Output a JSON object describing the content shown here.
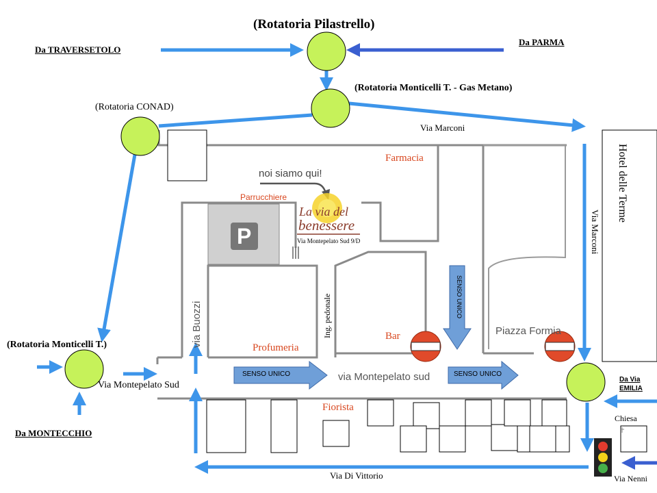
{
  "roundabouts": {
    "pilastrello": "(Rotatoria Pilastrello)",
    "gas_metano": "(Rotatoria Monticelli T. - Gas Metano)",
    "conad": "(Rotatoria CONAD)",
    "monticelli": "(Rotatoria Monticelli T.)"
  },
  "origins": {
    "traversetolo": "Da TRAVERSETOLO",
    "parma": "Da PARMA",
    "montecchio": "Da MONTECCHIO",
    "emilia_line1": "Da Via",
    "emilia_line2": "EMILIA"
  },
  "streets": {
    "marconi_top": "Via Marconi",
    "marconi_side": "Via Marconi",
    "montepelato_sud_left": "Via Montepelato Sud",
    "montepelato_sud_main": "via Montepelato sud",
    "buozzi": "via Buozzi",
    "di_vittorio": "Via Di Vittorio",
    "nenni": "Via Nenni",
    "ing_pedonale": "Ing. pedonale"
  },
  "places": {
    "hotel": "Hotel delle Terme",
    "farmacia": "Farmacia",
    "parrucchiere": "Parrucchiere",
    "profumeria": "Profumeria",
    "bar": "Bar",
    "fiorista": "Fiorista",
    "piazza": "Piazza Formia",
    "chiesa": "Chiesa",
    "parking": "P"
  },
  "one_way": {
    "arrow1": "SENSO  UNICO",
    "arrow2": "SENSO  UNICO",
    "arrow_vertical": "SENSO  UNICO"
  },
  "business": {
    "callout": "noi siamo qui!",
    "logo_line1": "La via del",
    "logo_line2": "benessere",
    "address": "Via Montepelato Sud 9/D"
  },
  "colors": {
    "road_arrow": "#3d95ea",
    "dark_arrow": "#3a5fd0",
    "roundabout": "#c6f25a",
    "place_red": "#d8461e",
    "oneway_arrow": "#6f9fd8"
  }
}
